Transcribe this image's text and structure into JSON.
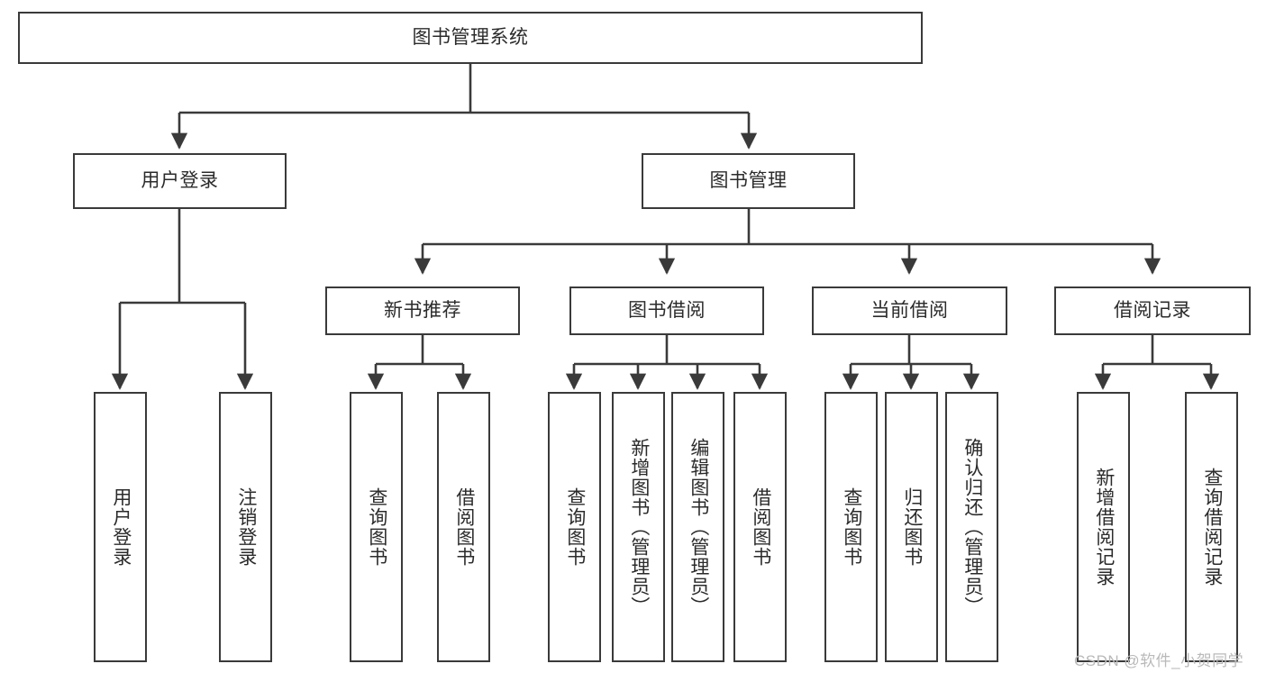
{
  "diagram": {
    "type": "tree",
    "title": "图书管理系统",
    "orientation": "top-down",
    "colors": {
      "box_border": "#3a3a3a",
      "box_fill": "#ffffff",
      "edge": "#3a3a3a",
      "text": "#2b2b2b",
      "watermark": "#b9b9b9",
      "background": "#ffffff"
    },
    "nodes": {
      "root": {
        "label": "图书管理系统",
        "orientation": "horizontal"
      },
      "level2": [
        {
          "id": "user-login",
          "label": "用户登录",
          "orientation": "horizontal"
        },
        {
          "id": "book-management",
          "label": "图书管理",
          "orientation": "horizontal"
        }
      ],
      "level3": [
        {
          "id": "new-book-recommend",
          "label": "新书推荐",
          "orientation": "horizontal"
        },
        {
          "id": "book-borrow",
          "label": "图书借阅",
          "orientation": "horizontal"
        },
        {
          "id": "current-borrow",
          "label": "当前借阅",
          "orientation": "horizontal"
        },
        {
          "id": "borrow-record",
          "label": "借阅记录",
          "orientation": "horizontal"
        }
      ],
      "leaves": [
        {
          "id": "leaf-user-login",
          "label": "用户登录",
          "parent": "user-login",
          "orientation": "vertical"
        },
        {
          "id": "leaf-logout",
          "label": "注销登录",
          "parent": "user-login",
          "orientation": "vertical"
        },
        {
          "id": "leaf-query-book-1",
          "label": "查询图书",
          "parent": "new-book-recommend",
          "orientation": "vertical"
        },
        {
          "id": "leaf-borrow-book-1",
          "label": "借阅图书",
          "parent": "new-book-recommend",
          "orientation": "vertical"
        },
        {
          "id": "leaf-query-book-2",
          "label": "查询图书",
          "parent": "book-borrow",
          "orientation": "vertical"
        },
        {
          "id": "leaf-add-book",
          "label": "新增图书（管理员）",
          "parent": "book-borrow",
          "orientation": "vertical"
        },
        {
          "id": "leaf-edit-book",
          "label": "编辑图书（管理员）",
          "parent": "book-borrow",
          "orientation": "vertical"
        },
        {
          "id": "leaf-borrow-book-2",
          "label": "借阅图书",
          "parent": "book-borrow",
          "orientation": "vertical"
        },
        {
          "id": "leaf-query-book-3",
          "label": "查询图书",
          "parent": "current-borrow",
          "orientation": "vertical"
        },
        {
          "id": "leaf-return-book",
          "label": "归还图书",
          "parent": "current-borrow",
          "orientation": "vertical"
        },
        {
          "id": "leaf-confirm-return",
          "label": "确认归还（管理员）",
          "parent": "current-borrow",
          "orientation": "vertical"
        },
        {
          "id": "leaf-add-record",
          "label": "新增借阅记录",
          "parent": "borrow-record",
          "orientation": "vertical"
        },
        {
          "id": "leaf-query-record",
          "label": "查询借阅记录",
          "parent": "borrow-record",
          "orientation": "vertical"
        }
      ]
    }
  },
  "watermark": {
    "text": "CSDN @软件_小贺同学"
  }
}
